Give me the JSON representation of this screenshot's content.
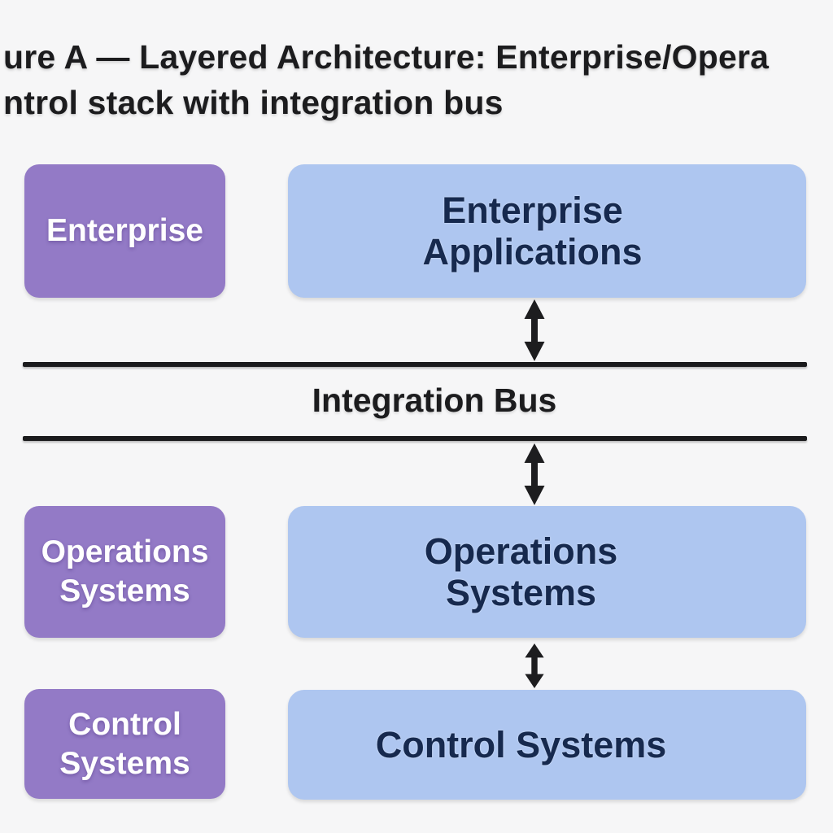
{
  "figure": {
    "title_line1": "ure A — Layered Architecture: Enterprise/Opera",
    "title_line2": "ntrol stack with integration bus"
  },
  "bus": {
    "label": "Integration Bus"
  },
  "rows": [
    {
      "name": "enterprise",
      "left": {
        "line1": "Enterprise"
      },
      "right": {
        "line1": "Enterprise",
        "line2": "Applications"
      }
    },
    {
      "name": "operations",
      "left": {
        "line1": "Operations",
        "line2": "Systems"
      },
      "right": {
        "line1": "Operations",
        "line2": "Systems"
      }
    },
    {
      "name": "control",
      "left": {
        "line1": "Control",
        "line2": "Systems"
      },
      "right": {
        "line1": "Control Systems"
      }
    }
  ],
  "icons": {
    "connector": "double-vertical-arrow-icon"
  },
  "colors": {
    "background": "#F6F6F7",
    "left_box": "#937AC6",
    "left_box_text": "#FFFFFF",
    "right_box": "#AEC6F0",
    "right_box_text": "#16294E",
    "bus_line": "#1B1B1D",
    "title_text": "#1C1C1E",
    "arrow": "#1D1D1F"
  }
}
